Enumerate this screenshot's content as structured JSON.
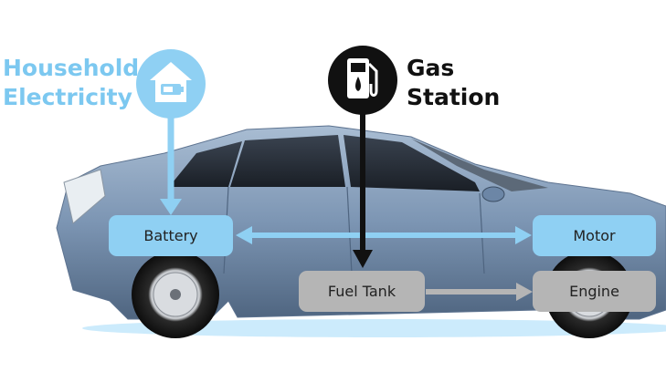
{
  "sources": {
    "household": {
      "line1": "Household",
      "line2": "Electricity",
      "icon": "house-battery-icon",
      "color": "#7cc8f0"
    },
    "gas": {
      "line1": "Gas",
      "line2": "Station",
      "icon": "fuel-pump-icon",
      "color": "#111111"
    }
  },
  "components": {
    "battery": "Battery",
    "motor": "Motor",
    "fuel_tank": "Fuel Tank",
    "engine": "Engine"
  },
  "colors": {
    "electric_flow": "#8fd0f3",
    "fuel_flow": "#b5b5b5",
    "car_body": "#7f98b5"
  }
}
